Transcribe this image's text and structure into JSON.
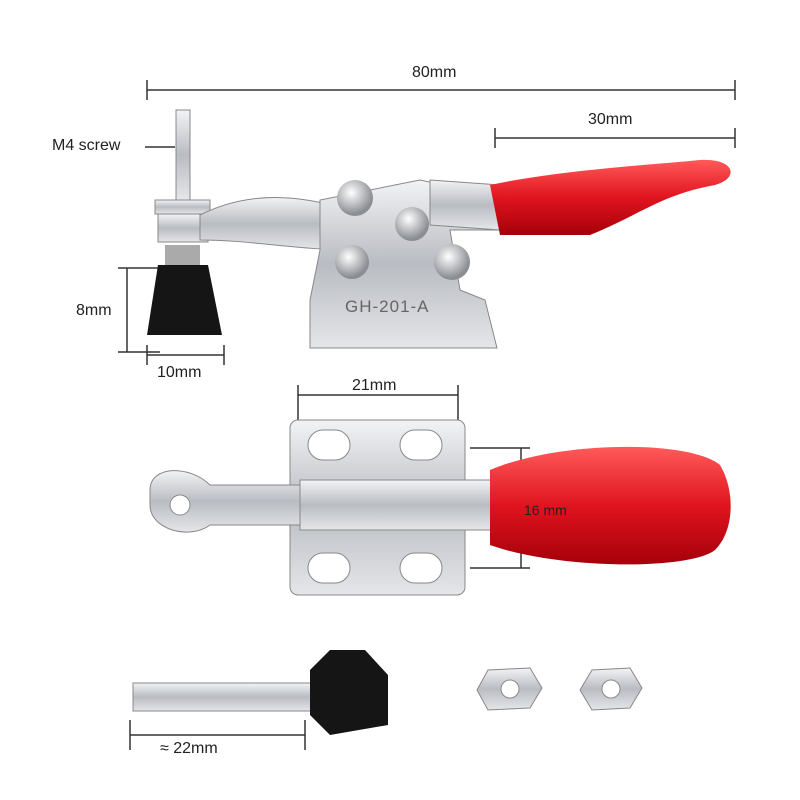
{
  "product": {
    "model_marking": "GH-201-A"
  },
  "dimensions": {
    "overall_length": "80mm",
    "handle_length": "30mm",
    "screw_label": "M4 screw",
    "pad_height": "8mm",
    "pad_width": "10mm",
    "base_width": "21mm",
    "handle_width": "16 mm",
    "screw_length": "≈ 22mm"
  },
  "colors": {
    "handle_red": "#e0141e",
    "metal": "#c8cbd0",
    "rubber": "#151515",
    "dim_line": "#333333"
  }
}
